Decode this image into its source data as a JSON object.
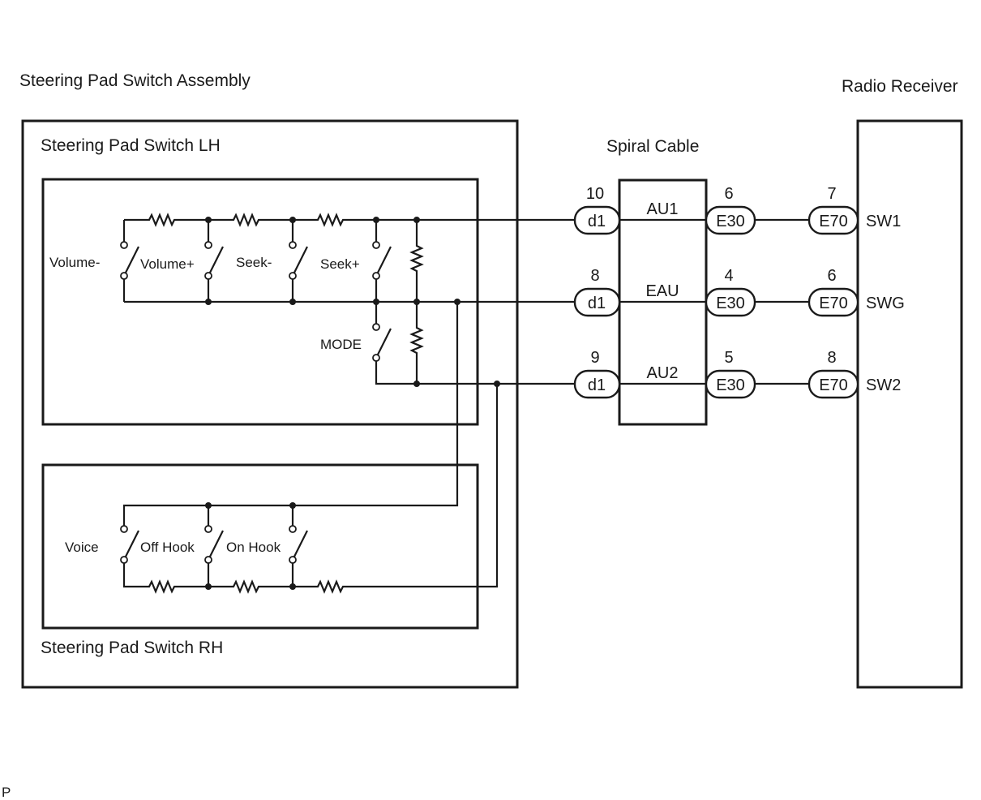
{
  "labels": {
    "assembly": "Steering Pad Switch Assembly",
    "radio_receiver": "Radio Receiver",
    "switch_lh": "Steering Pad Switch LH",
    "switch_rh": "Steering Pad Switch RH",
    "spiral_cable": "Spiral Cable",
    "corner_mark": "P"
  },
  "lh_switches": [
    "Volume-",
    "Volume+",
    "Seek-",
    "Seek+",
    "MODE"
  ],
  "rh_switches": [
    "Voice",
    "Off Hook",
    "On Hook"
  ],
  "circuits": [
    {
      "d1_pin": "10",
      "d1": "d1",
      "cable_signal": "AU1",
      "e30_pin": "6",
      "e30": "E30",
      "e70_pin": "7",
      "e70": "E70",
      "receiver_terminal": "SW1"
    },
    {
      "d1_pin": "8",
      "d1": "d1",
      "cable_signal": "EAU",
      "e30_pin": "4",
      "e30": "E30",
      "e70_pin": "6",
      "e70": "E70",
      "receiver_terminal": "SWG"
    },
    {
      "d1_pin": "9",
      "d1": "d1",
      "cable_signal": "AU2",
      "e30_pin": "5",
      "e30": "E30",
      "e70_pin": "8",
      "e70": "E70",
      "receiver_terminal": "SW2"
    }
  ]
}
